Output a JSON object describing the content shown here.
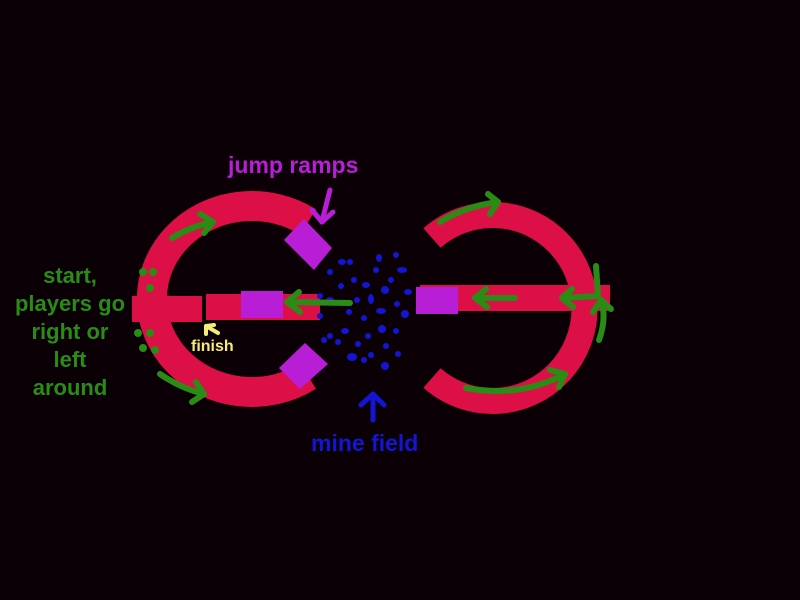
{
  "colors": {
    "background": "#0a0006",
    "track": "#dc0f46",
    "ramp": "#b91ed7",
    "arrow": "#2a8c14",
    "mine": "#1414d2",
    "start_text": "#2a8c14",
    "jump_text": "#b91ed7",
    "mine_text": "#1414d2",
    "finish_text": "#f5eb78"
  },
  "labels": {
    "jump_ramps": "jump ramps",
    "mine_field": "mine field",
    "finish": "finish",
    "start_lines": [
      "start,",
      "players go",
      "right or",
      "left",
      "around"
    ]
  },
  "icons": {
    "ramp": "ramp-block-icon",
    "direction": "arrow-icon",
    "mine": "mine-dot-icon",
    "start_marker": "start-dot-icon"
  }
}
